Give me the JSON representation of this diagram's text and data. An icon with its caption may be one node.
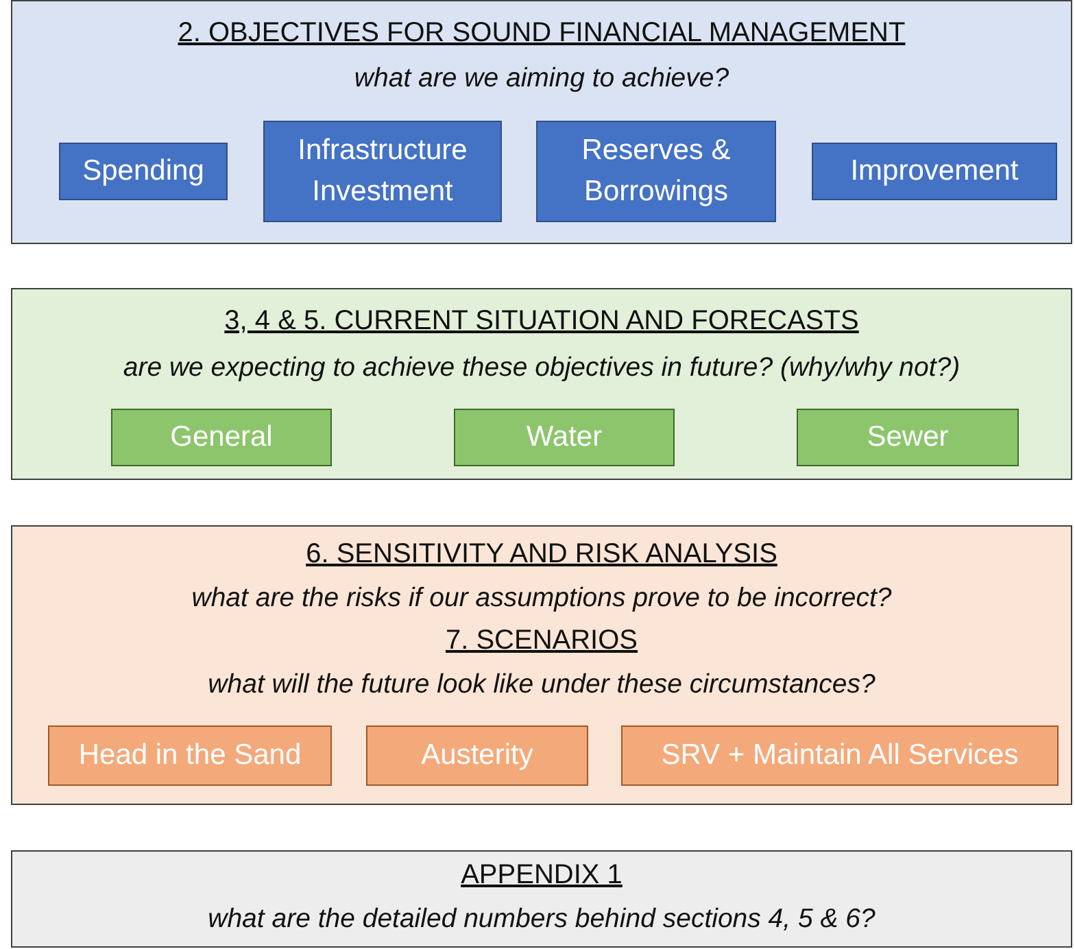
{
  "diagram": {
    "nodes": [
      {
        "text": [
          "2. OBJECTIVES FOR SOUND FINANCIAL MANAGEMENT",
          "what are we aiming to achieve?"
        ]
      },
      {
        "text": [
          "Spending"
        ],
        "in": 0
      },
      {
        "text": [
          "Infrastructure Investment"
        ],
        "in": 0
      },
      {
        "text": [
          "Reserves & Borrowings"
        ],
        "in": 0
      },
      {
        "text": [
          "Improvement"
        ],
        "in": 0
      },
      {
        "text": [
          "3, 4 & 5. CURRENT SITUATION AND FORECASTS",
          "are we expecting to achieve these objectives in future? (why/why not?)"
        ]
      },
      {
        "text": [
          "General"
        ],
        "in": 5
      },
      {
        "text": [
          "Water"
        ],
        "in": 5
      },
      {
        "text": [
          "Sewer"
        ],
        "in": 5
      },
      {
        "text": [
          "6. SENSITIVITY AND RISK ANALYSIS",
          "what are the risks if our assumptions prove to be incorrect?",
          "7. SCENARIOS",
          "what will the future look like under these circumstances?"
        ]
      },
      {
        "text": [
          "Head in the Sand"
        ],
        "in": 9
      },
      {
        "text": [
          "Austerity"
        ],
        "in": 9
      },
      {
        "text": [
          "SRV + Maintain All Services"
        ],
        "in": 9
      },
      {
        "text": [
          "APPENDIX 1",
          "what are the detailed numbers behind sections 4, 5 & 6?"
        ]
      }
    ]
  }
}
